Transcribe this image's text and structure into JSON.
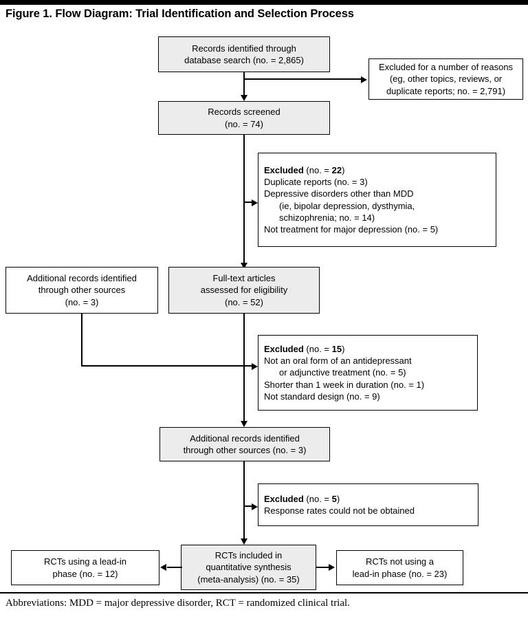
{
  "figure": {
    "title": "Figure 1. Flow Diagram: Trial Identification and Selection Process",
    "footnote": "Abbreviations: MDD = major depressive disorder, RCT = randomized clinical trial."
  },
  "nodes": {
    "records_identified": {
      "line1": "Records identified through",
      "line2": "database search (no. = 2,865)"
    },
    "excluded_reasons": {
      "line1": "Excluded for a number of reasons",
      "line2": "(eg, other topics, reviews, or",
      "line3": "duplicate reports; no. = 2,791)"
    },
    "records_screened": {
      "line1": "Records screened",
      "line2": "(no. = 74)"
    },
    "excluded_22": {
      "heading_bold": "Excluded",
      "heading_rest": " (no. = ",
      "heading_num": "22",
      "heading_close": ")",
      "line1": "Duplicate reports (no. = 3)",
      "line2": "Depressive disorders other than MDD",
      "line3": "(ie, bipolar depression, dysthymia,",
      "line4": "schizophrenia; no. = 14)",
      "line5": "Not treatment for major depression (no. = 5)"
    },
    "additional_records_left": {
      "line1": "Additional records identified",
      "line2": "through other sources",
      "line3": "(no. = 3)"
    },
    "fulltext_assessed": {
      "line1": "Full-text articles",
      "line2": "assessed for eligibility",
      "line3": "(no. = 52)"
    },
    "excluded_15": {
      "heading_bold": "Excluded",
      "heading_rest": " (no. = ",
      "heading_num": "15",
      "heading_close": ")",
      "line1": "Not an oral form of an antidepressant",
      "line2": "or adjunctive treatment (no. = 5)",
      "line3": "Shorter than 1 week in duration (no. = 1)",
      "line4": "Not standard design (no. = 9)"
    },
    "additional_records_mid": {
      "line1": "Additional records identified",
      "line2": "through other sources (no. = 3)"
    },
    "excluded_5": {
      "heading_bold": "Excluded",
      "heading_rest": " (no. = ",
      "heading_num": "5",
      "heading_close": ")",
      "line1": "Response rates could not be obtained"
    },
    "rct_leadin": {
      "line1": "RCTs using a lead-in",
      "line2": "phase (no. = 12)"
    },
    "rct_included": {
      "line1": "RCTs included in",
      "line2": "quantitative synthesis",
      "line3": "(meta-analysis) (no. = 35)"
    },
    "rct_no_leadin": {
      "line1": "RCTs not using a",
      "line2": "lead-in phase (no. = 23)"
    }
  },
  "colors": {
    "shaded_fill": "#ececec",
    "stroke": "#000000",
    "background": "#ffffff"
  }
}
